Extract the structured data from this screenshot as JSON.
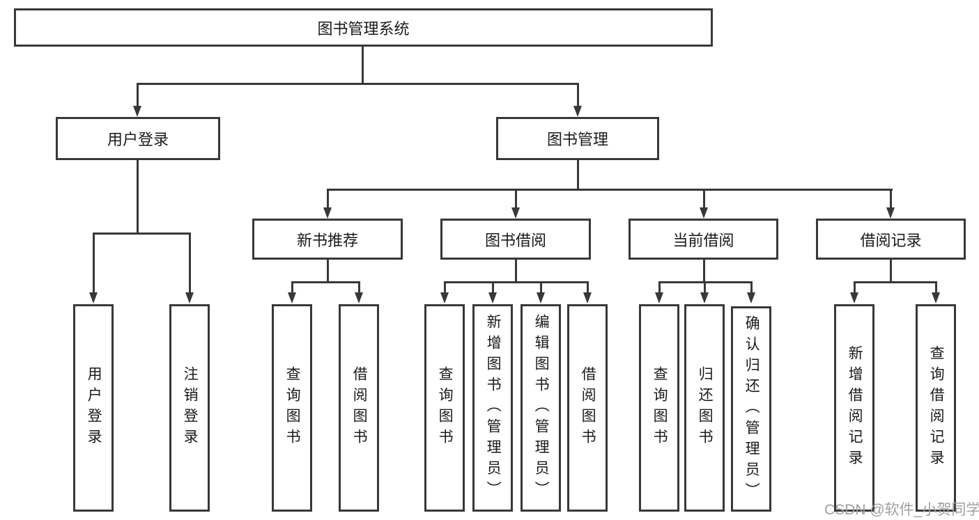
{
  "watermark": "CSDN @软件_小贺同学",
  "colors": {
    "line": "#383838",
    "text": "#1a1a1a",
    "box_bg": "#ffffff",
    "watermark": "#a0a0a0"
  },
  "tree": {
    "root": {
      "label": "图书管理系统"
    },
    "user_login": {
      "label": "用户登录",
      "children": [
        {
          "label": "用户登录"
        },
        {
          "label": "注销登录"
        }
      ]
    },
    "book_mgmt": {
      "label": "图书管理",
      "groups": [
        {
          "label": "新书推荐",
          "children": [
            {
              "label": "查询图书"
            },
            {
              "label": "借阅图书"
            }
          ]
        },
        {
          "label": "图书借阅",
          "children": [
            {
              "label": "查询图书"
            },
            {
              "label": "新增图书（管理员）"
            },
            {
              "label": "编辑图书（管理员）"
            },
            {
              "label": "借阅图书"
            }
          ]
        },
        {
          "label": "当前借阅",
          "children": [
            {
              "label": "查询图书"
            },
            {
              "label": "归还图书"
            },
            {
              "label": "确认归还（管理员）"
            }
          ]
        },
        {
          "label": "借阅记录",
          "children": [
            {
              "label": "新增借阅记录"
            },
            {
              "label": "查询借阅记录"
            }
          ]
        }
      ]
    }
  }
}
